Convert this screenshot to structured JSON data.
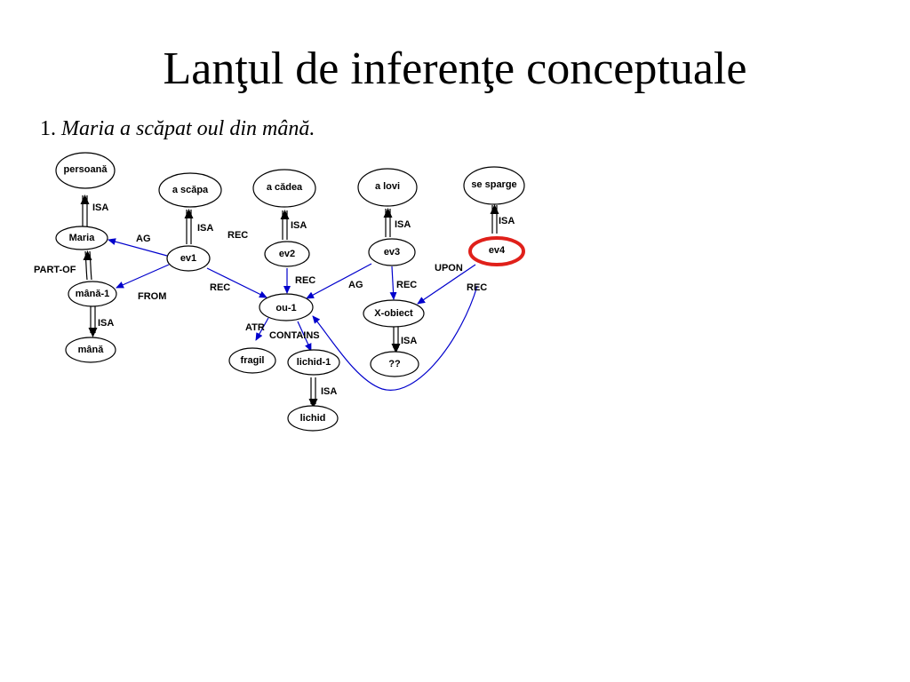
{
  "slide": {
    "title": "Lanţul de inferenţe conceptuale",
    "subtitle_number": "1.",
    "subtitle_sentence": "Maria a scăpat oul din mână."
  },
  "colors": {
    "relation_arrow": "#0000cc",
    "isa_arrow": "#000000",
    "highlight": "#e0201a"
  },
  "diagram": {
    "nodes": {
      "persoana": "persoană",
      "maria": "Maria",
      "mana1": "mână-1",
      "mana": "mână",
      "ascapa": "a scăpa",
      "ev1": "ev1",
      "acadea": "a cădea",
      "ev2": "ev2",
      "ou1": "ou-1",
      "fragil": "fragil",
      "lichid1": "lichid-1",
      "lichid": "lichid",
      "alovi": "a lovi",
      "ev3": "ev3",
      "xobiect": "X-obiect",
      "unknown": "??",
      "sesparge": "se sparge",
      "ev4": "ev4"
    },
    "labels": {
      "isa_persoana": "ISA",
      "partof": "PART-OF",
      "isa_mana": "ISA",
      "ag_ev1": "AG",
      "from": "FROM",
      "isa_ascapa": "ISA",
      "rec_top": "REC",
      "rec_ev1": "REC",
      "isa_acadea": "ISA",
      "rec_ev2": "REC",
      "atr": "ATR",
      "contains": "CONTAINS",
      "isa_lichid": "ISA",
      "isa_alovi": "ISA",
      "ag_ev3": "AG",
      "rec_ev3": "REC",
      "isa_unknown": "ISA",
      "upon": "UPON",
      "isa_sesparge": "ISA",
      "rec_ev4": "REC"
    }
  }
}
